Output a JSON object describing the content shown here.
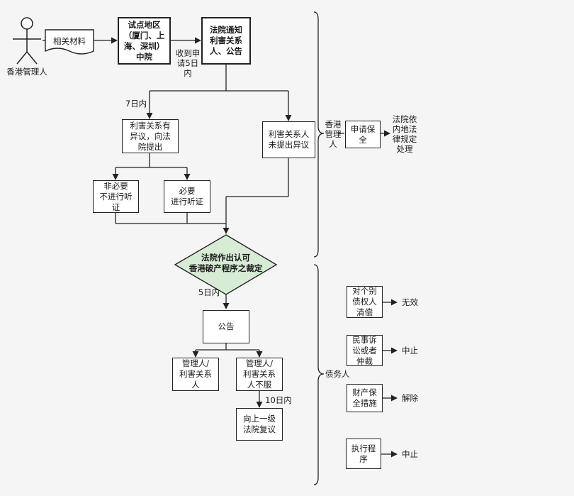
{
  "actor": {
    "label": "香港管理人"
  },
  "document": {
    "label": "相关材料"
  },
  "nodes": {
    "pilot_court": "试点地区\n（厦门、上\n海、深圳）\n中院",
    "court_notice": "法院通知\n利害关系\n人、公告",
    "objection": "利害关系有\n异议，向法\n院提出",
    "no_objection": "利害关系人\n未提出异议",
    "no_hearing": "非必要\n不进行听\n证",
    "hearing": "必要\n进行听证",
    "decision": "法院作出认可\n香港破产程序之裁定",
    "announcement": "公告",
    "parties": "管理人/\n利害关系\n人",
    "parties_disagree": "管理人/\n利害关系\n人不服",
    "review": "向上一级\n法院复议",
    "apply_preservation": "申请保\n全",
    "individual_repayment": "对个别\n债权人\n清偿",
    "litigation": "民事诉\n讼或者\n仲裁",
    "property_measures": "财产保\n全措施",
    "enforcement": "执行程\n序"
  },
  "labels": {
    "within_5_days_apply": "收到申\n请5日\n内",
    "within_7_days": "7日内",
    "within_5_days": "5日内",
    "within_10_days": "10日内",
    "hk_administrator": "香港\n管理\n人",
    "court_handles": "法院依\n内地法\n律规定\n处理",
    "debtor": "债务人",
    "invalid": "无效",
    "suspend_1": "中止",
    "release": "解除",
    "suspend_2": "中止"
  },
  "colors": {
    "decision_fill": "#d6ecd5",
    "line": "#222222"
  }
}
